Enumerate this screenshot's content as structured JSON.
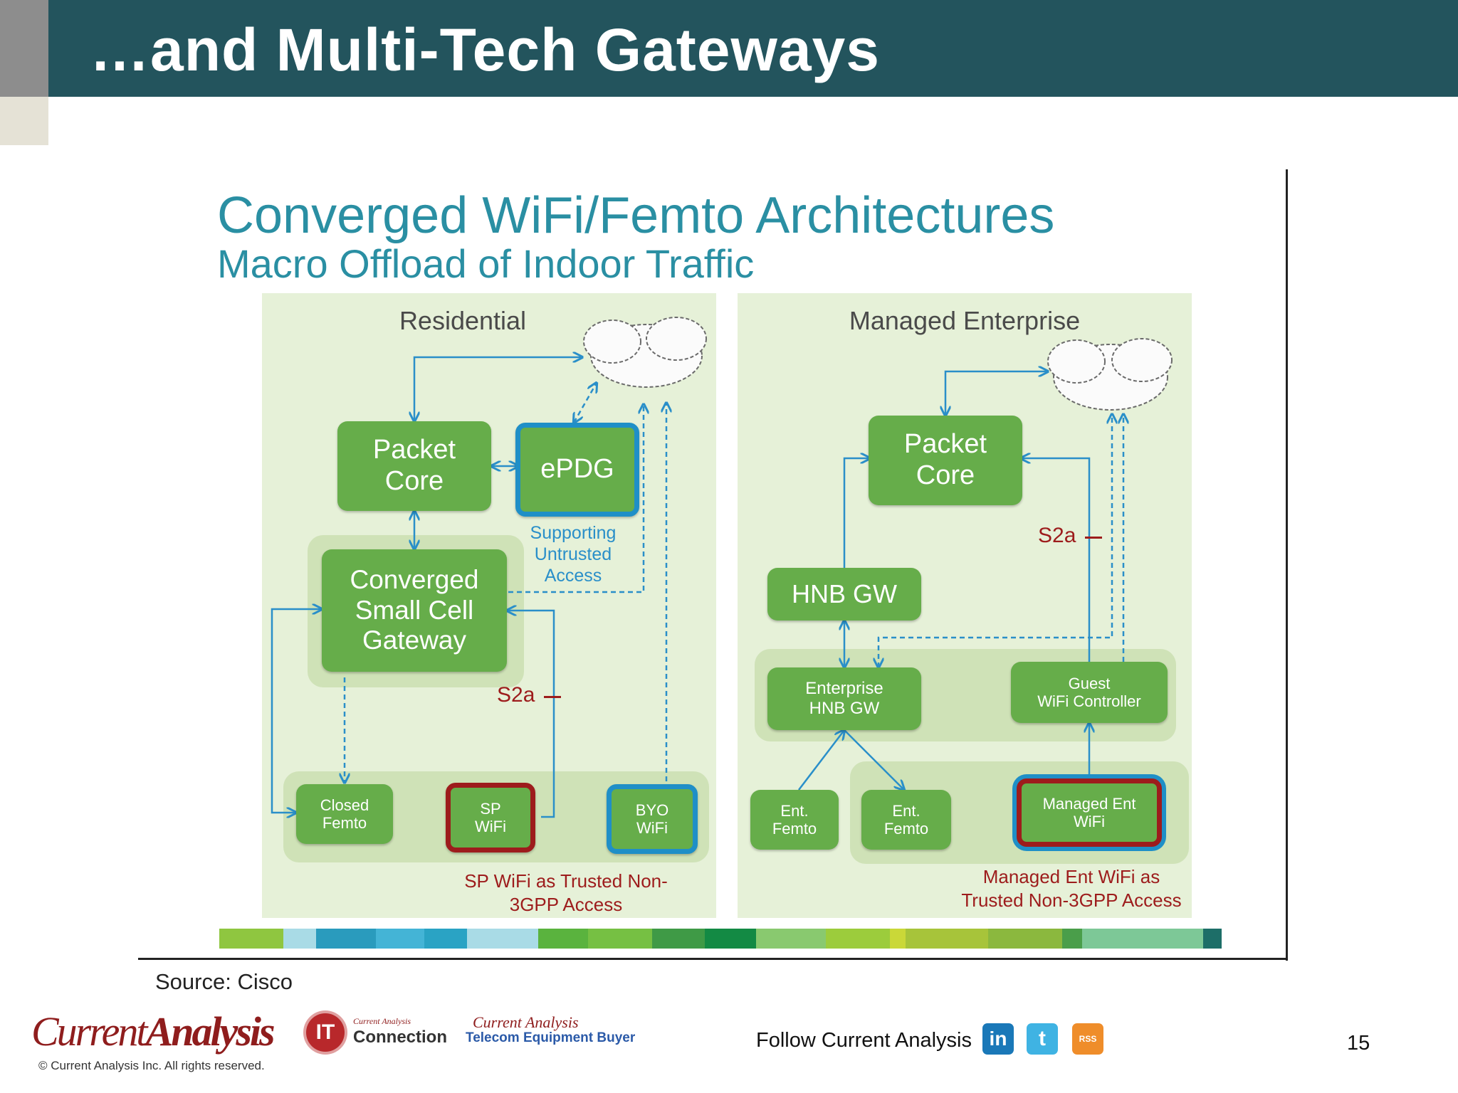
{
  "slide": {
    "title": "…and Multi-Tech Gateways",
    "page_number": "15"
  },
  "figure": {
    "title": "Converged WiFi/Femto Architectures",
    "subtitle": "Macro Offload of Indoor Traffic",
    "residential": {
      "label": "Residential",
      "packet_core": "Packet\nCore",
      "epdg": "ePDG",
      "epdg_note": "Supporting\nUntrusted\nAccess",
      "gateway": "Converged\nSmall Cell\nGateway",
      "s2a": "S2a",
      "closed_femto": "Closed\nFemto",
      "sp_wifi": "SP\nWiFi",
      "byo_wifi": "BYO\nWiFi",
      "trusted_note": "SP WiFi as Trusted Non-\n3GPP Access"
    },
    "enterprise": {
      "label": "Managed Enterprise",
      "packet_core": "Packet\nCore",
      "s2a": "S2a",
      "hnb_gw": "HNB GW",
      "ent_hnb_gw": "Enterprise\nHNB GW",
      "guest_wifi": "Guest\nWiFi Controller",
      "ent_femto_1": "Ent.\nFemto",
      "ent_femto_2": "Ent.\nFemto",
      "managed_wifi": "Managed Ent\nWiFi",
      "trusted_note": "Managed Ent WiFi as\nTrusted Non-3GPP Access"
    },
    "colors": {
      "box_green": "#66ad4a",
      "arrow_blue": "#2a8fc9",
      "highlight_red": "#9d1c1c",
      "panel_bg": "#e6f1d8"
    }
  },
  "source": "Source: Cisco",
  "footer": {
    "logo_part1": "Current",
    "logo_part2": "Analysis",
    "copyright": "© Current Analysis Inc. All rights reserved.",
    "it_badge": "IT",
    "connection_brand": "Current Analysis",
    "connection_label": "Connection",
    "telecom_brand": "Current Analysis",
    "telecom_label": "Telecom Equipment Buyer",
    "follow_text": "Follow Current Analysis",
    "social_icons": [
      "linkedin-icon",
      "twitter-icon",
      "rss-icon"
    ],
    "linkedin_glyph": "in",
    "twitter_glyph": "t",
    "rss_glyph": "RSS"
  }
}
